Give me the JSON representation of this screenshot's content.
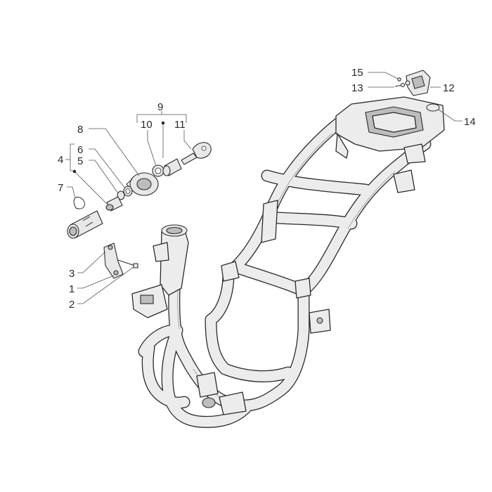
{
  "callouts": [
    {
      "id": "1",
      "label": "1"
    },
    {
      "id": "2",
      "label": "2"
    },
    {
      "id": "3",
      "label": "3"
    },
    {
      "id": "4",
      "label": "4"
    },
    {
      "id": "5",
      "label": "5"
    },
    {
      "id": "6",
      "label": "6"
    },
    {
      "id": "7",
      "label": "7"
    },
    {
      "id": "8",
      "label": "8"
    },
    {
      "id": "9",
      "label": "9"
    },
    {
      "id": "10",
      "label": "10"
    },
    {
      "id": "11",
      "label": "11"
    },
    {
      "id": "12",
      "label": "12"
    },
    {
      "id": "13",
      "label": "13"
    },
    {
      "id": "14",
      "label": "14"
    },
    {
      "id": "15",
      "label": "15"
    }
  ],
  "colors": {
    "line": "#2b2b2b",
    "frame_fill": "#ececec",
    "background": "#ffffff"
  }
}
